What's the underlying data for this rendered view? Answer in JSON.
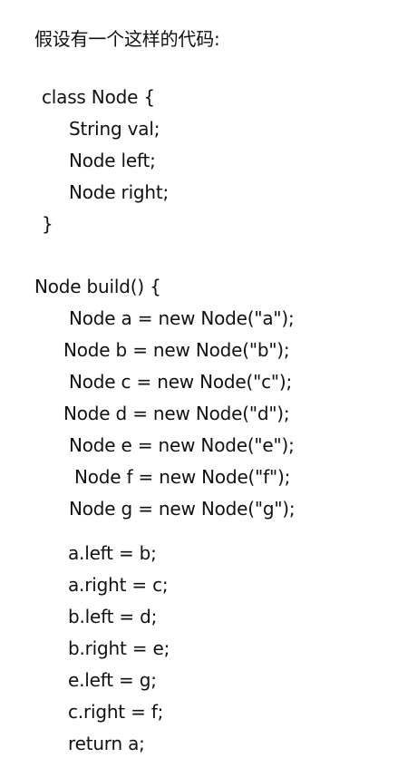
{
  "doc": {
    "intro": "假设有一个这样的代码:",
    "class_lines": [
      "class Node {",
      "String val;",
      "Node left;",
      "Node right;",
      "}"
    ],
    "build_header": "Node build() {",
    "build_lines": [
      "Node a = new Node(\"a\");",
      "Node b = new Node(\"b\");",
      "Node c = new Node(\"c\");",
      "Node d = new Node(\"d\");",
      "Node e = new Node(\"e\");",
      "Node f = new Node(\"f\");",
      "Node g = new Node(\"g\");"
    ],
    "link_lines": [
      "a.left = b;",
      "a.right = c;",
      "b.left = d;",
      "b.right = e;",
      "e.left = g;",
      "c.right = f;",
      "return a;"
    ]
  },
  "colors": {
    "text": "#111111",
    "background": "#ffffff"
  }
}
